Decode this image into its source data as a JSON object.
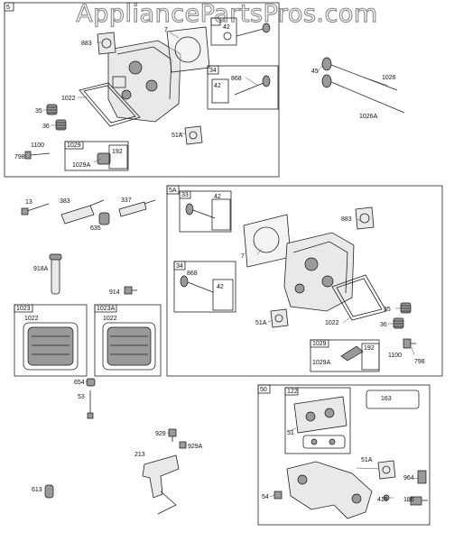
{
  "watermark": "AppliancePartsPros.com",
  "sections": {
    "5": "5",
    "5A": "5A",
    "50": "50",
    "1023": "1023",
    "1023A": "1023A",
    "34a": "34",
    "34b": "34",
    "33": "33",
    "1029a": "1029",
    "1029b": "1029",
    "122": "122"
  },
  "labels": {
    "l883a": "883",
    "l7a": "7",
    "l42a": "42",
    "l868a": "868",
    "l45": "45",
    "l1026": "1026",
    "l1026A": "1026A",
    "l1022a": "1022",
    "l35a": "35",
    "l36a": "36",
    "l51Aa": "51A",
    "l1100a": "1100",
    "l798a": "798",
    "l192a": "192",
    "l1029Aa": "1029A",
    "l42b": "42",
    "l13": "13",
    "l383": "383",
    "l337": "337",
    "l635": "635",
    "l918A": "918A",
    "l914": "914",
    "l1022b": "1022",
    "l1022c": "1022",
    "l42c": "42",
    "l883b": "883",
    "l7b": "7",
    "l868b": "868",
    "l42d": "42",
    "l51Ab": "51A",
    "l1022d": "1022",
    "l35b": "35",
    "l36b": "36",
    "l192b": "192",
    "l1029Ab": "1029A",
    "l1100b": "1100",
    "l798b": "798",
    "l654": "654",
    "l53": "53",
    "l929": "929",
    "l929A": "929A",
    "l213": "213",
    "l613": "613",
    "l163": "163",
    "l51": "51",
    "l51Ac": "51A",
    "l964": "964",
    "l54": "54",
    "l415": "415",
    "l186": "186"
  }
}
